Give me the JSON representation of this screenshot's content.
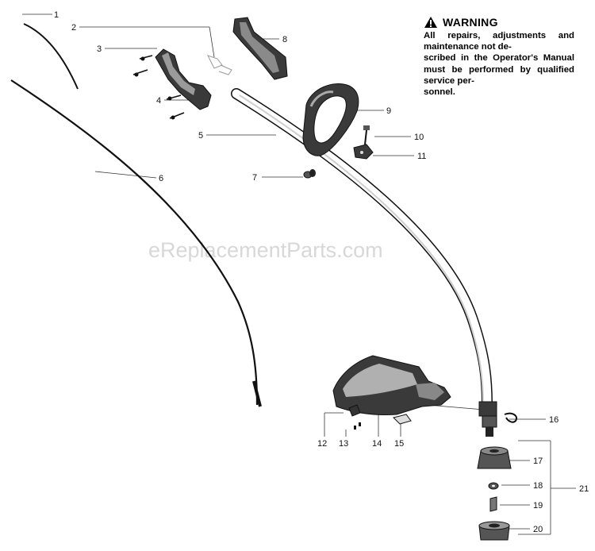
{
  "warning": {
    "title": "WARNING",
    "body": "All repairs, adjustments and maintenance not de-\nscribed in the Operator's Manual must be performed by qualified service per-\nsonnel."
  },
  "watermark": "eReplacementParts.com",
  "callouts": [
    "1",
    "2",
    "3",
    "4",
    "5",
    "6",
    "7",
    "8",
    "9",
    "10",
    "11",
    "12",
    "13",
    "14",
    "15",
    "16",
    "17",
    "18",
    "19",
    "20",
    "21"
  ]
}
